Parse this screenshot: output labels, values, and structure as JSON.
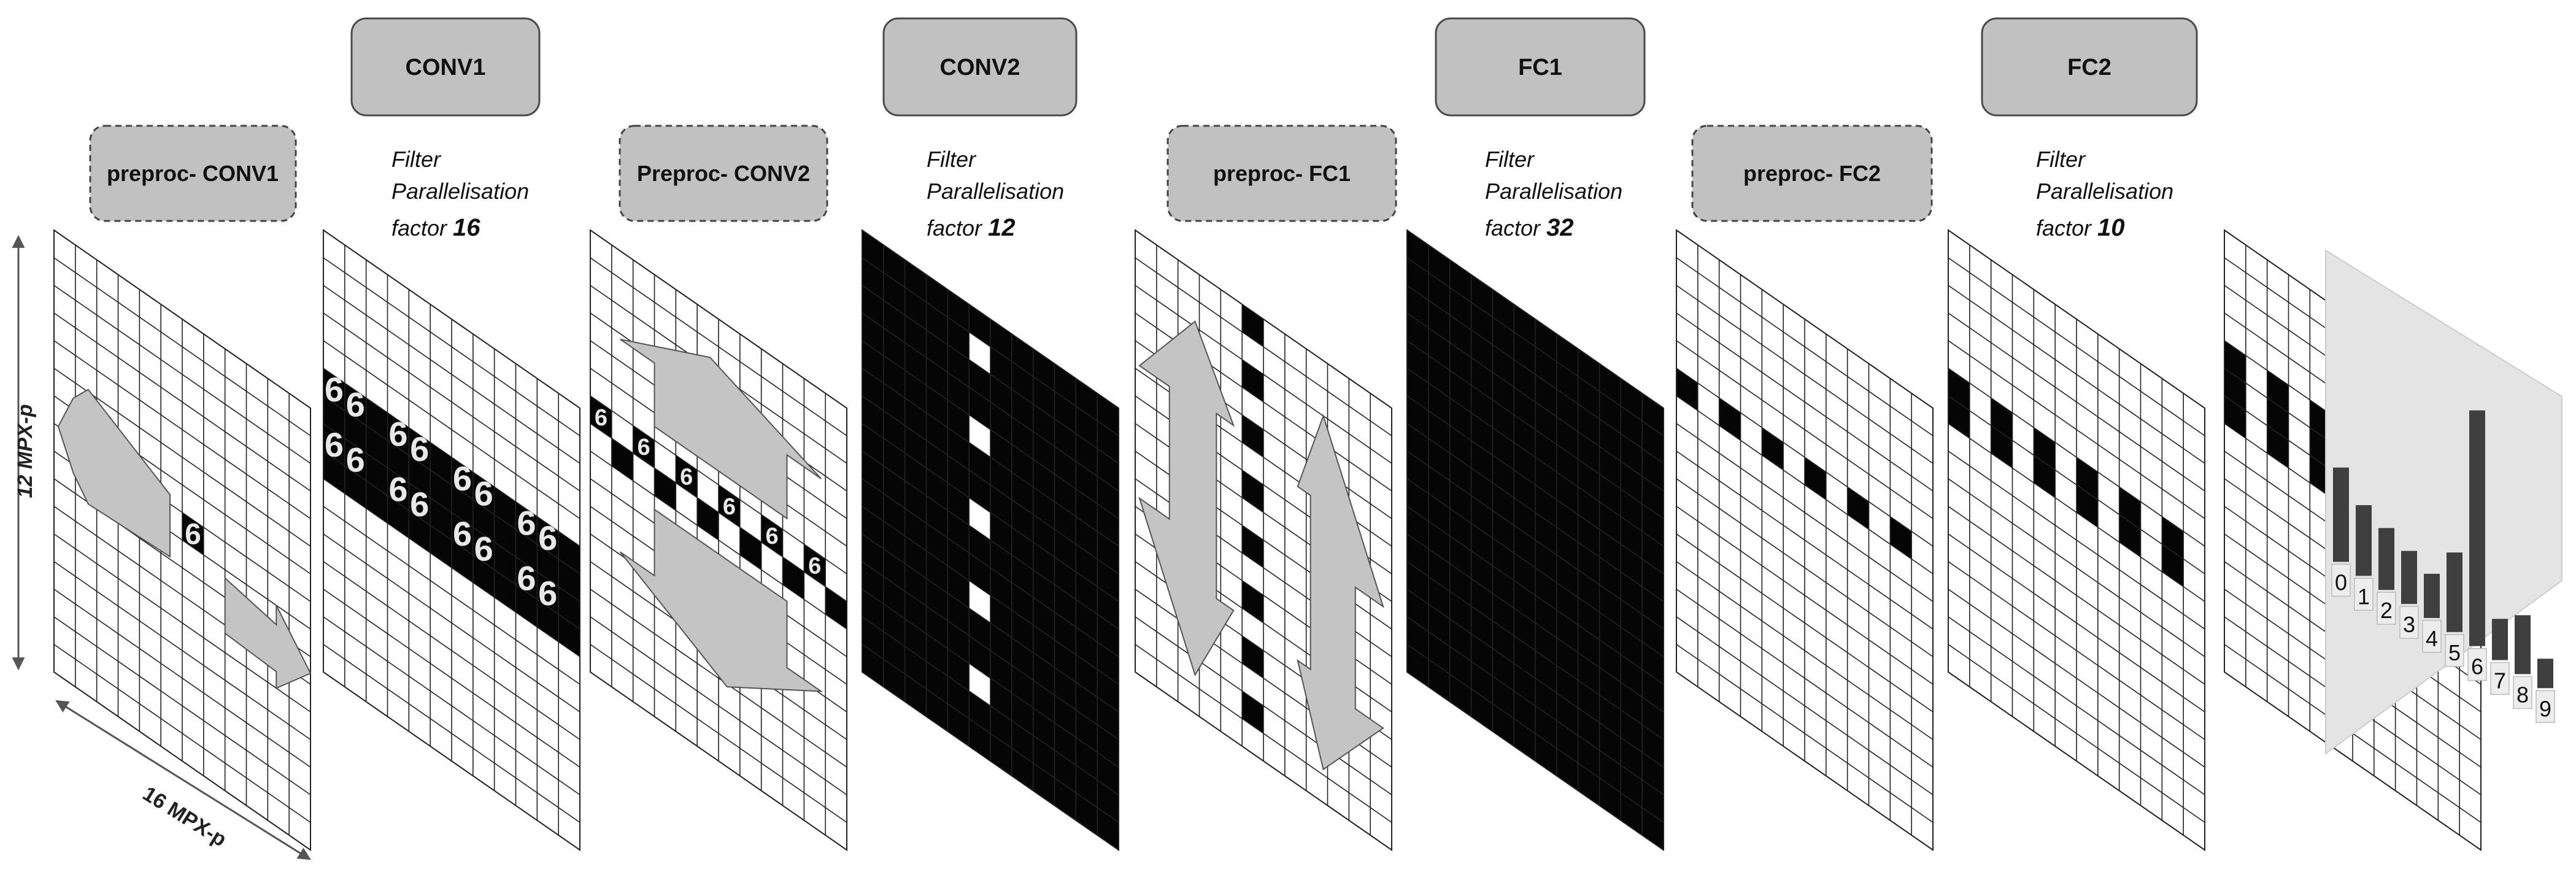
{
  "layer_boxes": [
    "CONV1",
    "CONV2",
    "FC1",
    "FC2"
  ],
  "preproc_boxes": [
    "preproc- CONV1",
    "Preproc- CONV2",
    "preproc- FC1",
    "preproc- FC2"
  ],
  "filter_notes": [
    {
      "line1": "Filter",
      "line2": "Parallelisation",
      "line3": "factor ",
      "factor": "16"
    },
    {
      "line1": "Filter",
      "line2": "Parallelisation",
      "line3": "factor ",
      "factor": "12"
    },
    {
      "line1": "Filter",
      "line2": "Parallelisation",
      "line3": "factor ",
      "factor": "32"
    },
    {
      "line1": "Filter",
      "line2": "Parallelisation",
      "line3": "factor ",
      "factor": "10"
    }
  ],
  "axes": {
    "vertical": "12 MPX-p",
    "horizontal": "16 MPX-p"
  },
  "input_digit": "6",
  "output_classes": [
    "0",
    "1",
    "2",
    "3",
    "4",
    "5",
    "6",
    "7",
    "8",
    "9"
  ],
  "output_scores": [
    0.32,
    0.24,
    0.21,
    0.18,
    0.15,
    0.27,
    0.8,
    0.14,
    0.2,
    0.1
  ],
  "colors": {
    "box_fill": "#c1c1c1",
    "box_stroke": "#4a4a4a",
    "grid_stroke": "#222222",
    "cell_dark": "#050505",
    "arrow_fill": "#c4c4c4"
  }
}
